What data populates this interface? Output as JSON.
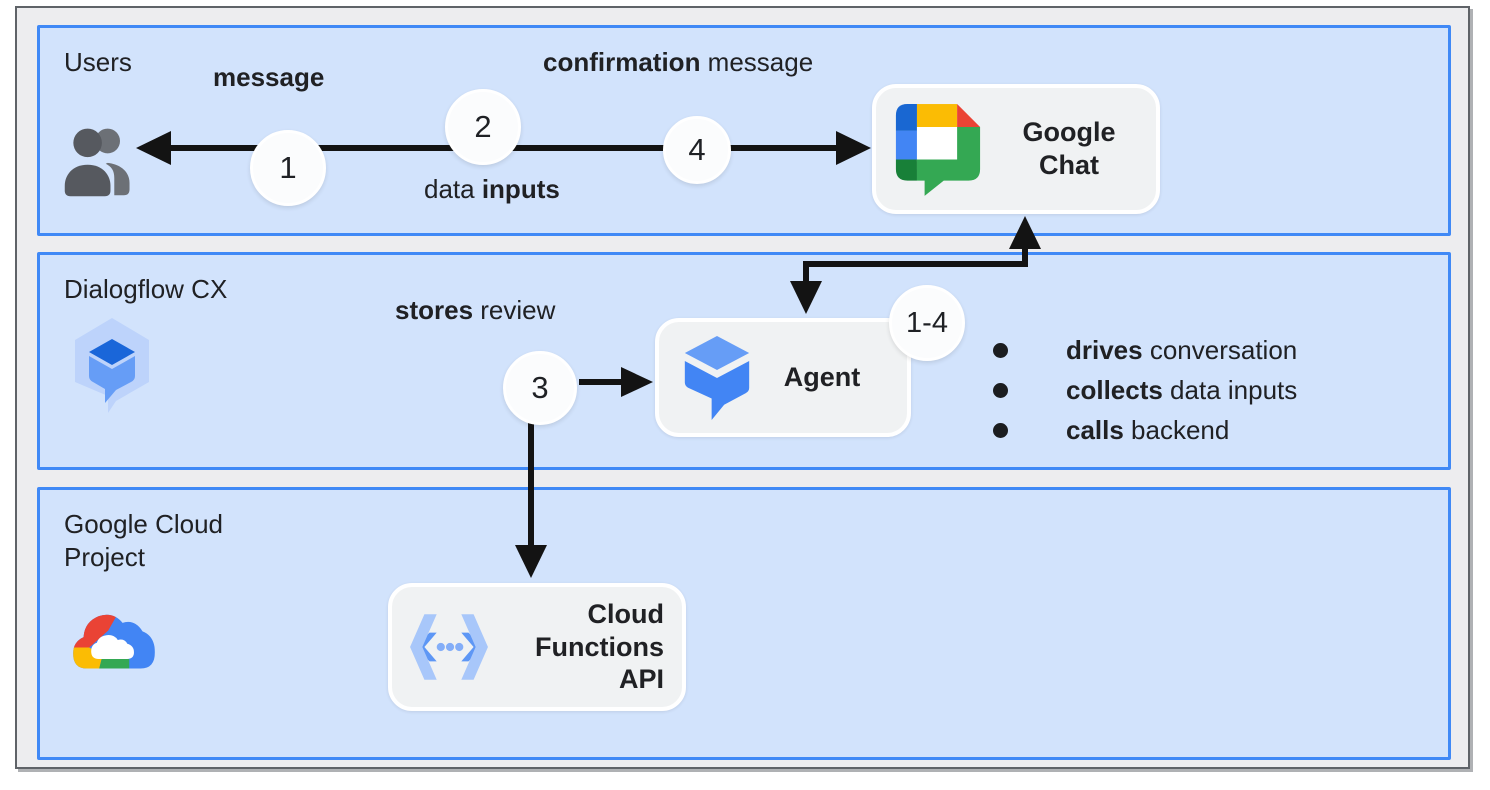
{
  "diagram": {
    "bands": [
      {
        "id": "users",
        "label": "Users"
      },
      {
        "id": "dialogflow",
        "label": "Dialogflow CX"
      },
      {
        "id": "gcp",
        "label": "Google Cloud Project"
      }
    ],
    "labels": {
      "message_bold": "message",
      "confirmation_bold": "confirmation",
      "confirmation_rest": " message",
      "data_inputs_regular": "data ",
      "data_inputs_bold": "inputs",
      "stores_bold": "stores",
      "stores_rest": " review"
    },
    "steps": {
      "s1": "1",
      "s2": "2",
      "s3": "3",
      "s4": "4",
      "range": "1-4"
    },
    "nodes": {
      "google_chat": "Google Chat",
      "agent": "Agent",
      "cloud_functions": "Cloud Functions API"
    },
    "agent_bullets": [
      {
        "bold": "drives",
        "rest": " conversation"
      },
      {
        "bold": "collects",
        "rest": " data inputs"
      },
      {
        "bold": "calls",
        "rest": " backend"
      }
    ],
    "icons": {
      "users": "users-icon",
      "dialogflow_cx": "dialogflow-cx-icon",
      "agent": "dialogflow-agent-icon",
      "google_chat": "google-chat-icon",
      "google_cloud": "google-cloud-icon",
      "cloud_functions": "cloud-functions-icon"
    },
    "colors": {
      "band_fill": "#d2e3fc",
      "band_border": "#4089f6",
      "panel_fill": "#ededef",
      "panel_border": "#5f6368",
      "node_fill": "#f0f2f3",
      "node_border": "#ffffff",
      "arrow": "#131313",
      "text": "#202124",
      "google_blue": "#4285f4",
      "google_red": "#ea4335",
      "google_yellow": "#fbbc04",
      "google_green": "#34a853"
    }
  }
}
